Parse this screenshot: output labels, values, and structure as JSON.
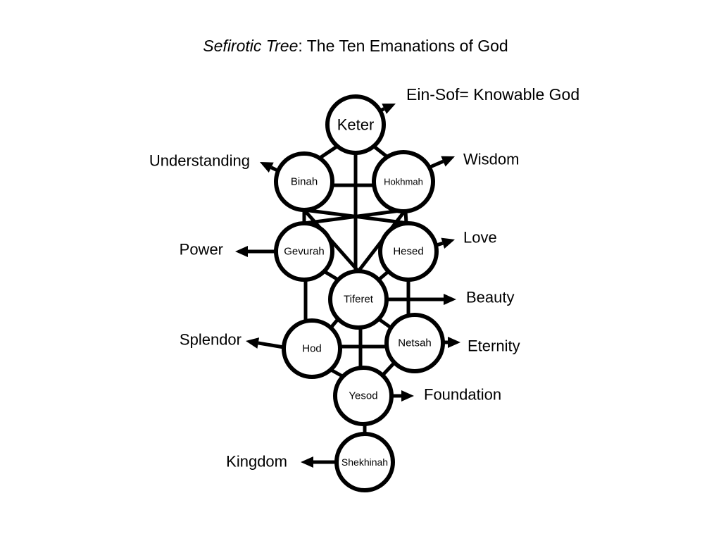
{
  "title": {
    "italic": "Sefirotic Tree",
    "rest": ": The Ten Emanations of God"
  },
  "colors": {
    "stroke": "#000000",
    "node_fill": "#ffffff",
    "background": "#ffffff"
  },
  "sefirot": [
    {
      "id": "keter",
      "name": "Keter",
      "meaning": "Ein-Sof= Knowable God"
    },
    {
      "id": "hokhmah",
      "name": "Hokhmah",
      "meaning": "Wisdom"
    },
    {
      "id": "binah",
      "name": "Binah",
      "meaning": "Understanding"
    },
    {
      "id": "hesed",
      "name": "Hesed",
      "meaning": "Love"
    },
    {
      "id": "gevurah",
      "name": "Gevurah",
      "meaning": "Power"
    },
    {
      "id": "tiferet",
      "name": "Tiferet",
      "meaning": "Beauty"
    },
    {
      "id": "netsah",
      "name": "Netsah",
      "meaning": "Eternity"
    },
    {
      "id": "hod",
      "name": "Hod",
      "meaning": "Splendor"
    },
    {
      "id": "yesod",
      "name": "Yesod",
      "meaning": "Foundation"
    },
    {
      "id": "shekhinah",
      "name": "Shekhinah",
      "meaning": "Kingdom"
    }
  ],
  "paths": [
    [
      "keter",
      "binah"
    ],
    [
      "keter",
      "hokhmah"
    ],
    [
      "keter",
      "tiferet"
    ],
    [
      "binah",
      "hokhmah"
    ],
    [
      "binah",
      "gevurah"
    ],
    [
      "hokhmah",
      "hesed"
    ],
    [
      "binah",
      "hesed"
    ],
    [
      "hokhmah",
      "gevurah"
    ],
    [
      "binah",
      "tiferet"
    ],
    [
      "hokhmah",
      "tiferet"
    ],
    [
      "gevurah",
      "hod"
    ],
    [
      "hesed",
      "netsah"
    ],
    [
      "gevurah",
      "tiferet"
    ],
    [
      "hesed",
      "tiferet"
    ],
    [
      "tiferet",
      "hod"
    ],
    [
      "tiferet",
      "netsah"
    ],
    [
      "tiferet",
      "yesod"
    ],
    [
      "hod",
      "netsah"
    ],
    [
      "hod",
      "yesod"
    ],
    [
      "netsah",
      "yesod"
    ],
    [
      "yesod",
      "shekhinah"
    ]
  ]
}
